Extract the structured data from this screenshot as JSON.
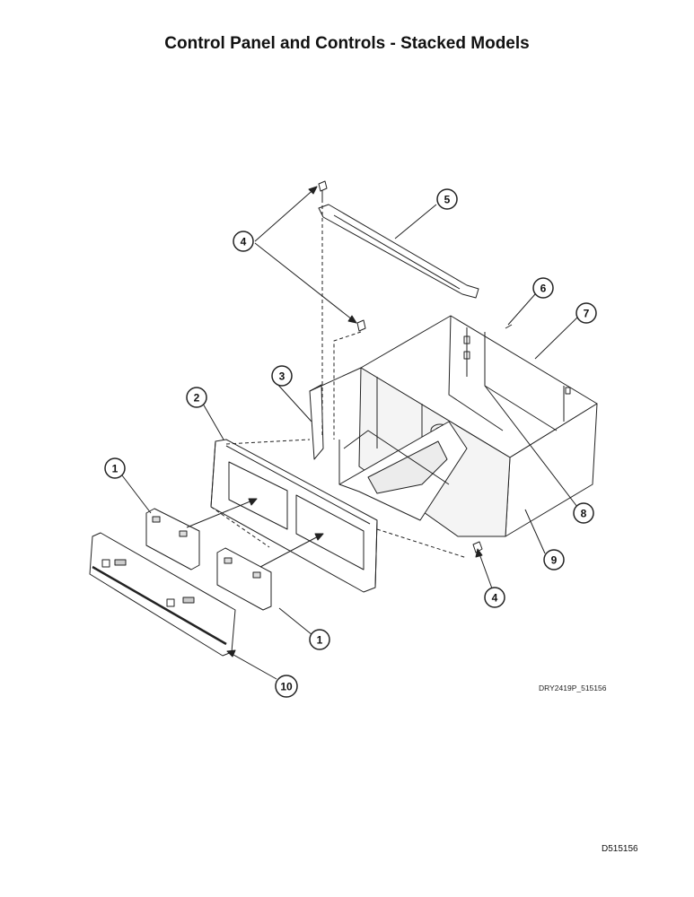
{
  "page": {
    "title": "Control Panel and Controls - Stacked Models",
    "drawing_code": "DRY2419P_515156",
    "document_number": "D515156"
  },
  "callouts": [
    "1",
    "1",
    "2",
    "3",
    "4",
    "4",
    "4",
    "5",
    "6",
    "7",
    "8",
    "9",
    "10"
  ],
  "colors": {
    "line": "#222222",
    "fill": "#ffffff",
    "shade": "#dcdcdc"
  }
}
